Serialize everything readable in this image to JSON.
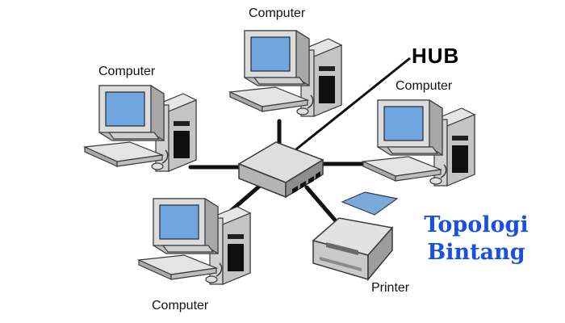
{
  "diagram": {
    "hub_label": "HUB",
    "computer_label": "Computer",
    "printer_label": "Printer",
    "title_line1": "Topologi",
    "title_line2": "Bintang"
  },
  "colors": {
    "screen": "#6fa6e0",
    "body_light": "#e6e6e6",
    "body_mid": "#c8c8c8",
    "body_dark": "#9a9a9a",
    "outline": "#3a3a3a",
    "cable": "#111111",
    "title": "#1a4fe6",
    "paper": "#7aa9dc"
  },
  "icons": {
    "computer": "desktop-computer-icon",
    "hub": "network-hub-icon",
    "printer": "printer-icon"
  }
}
